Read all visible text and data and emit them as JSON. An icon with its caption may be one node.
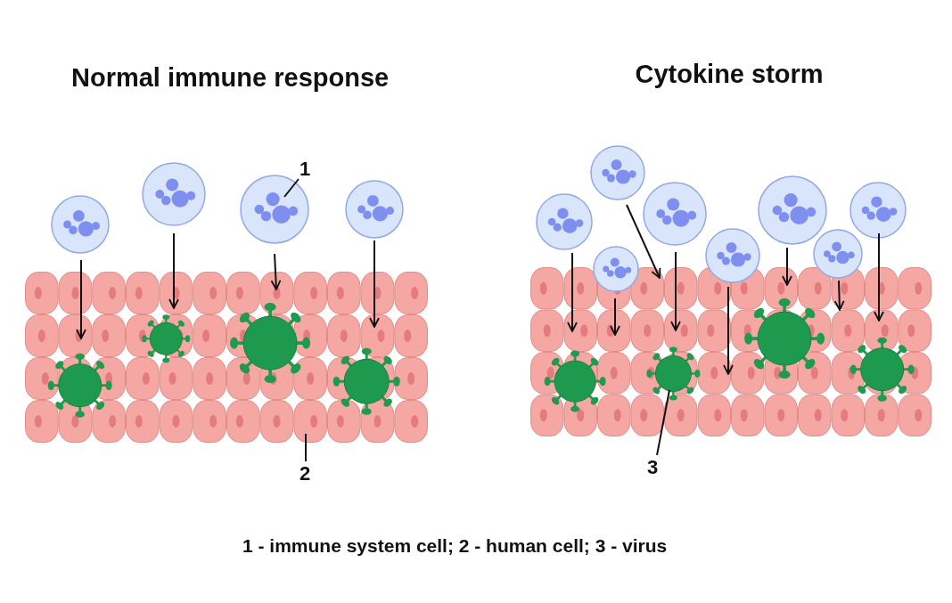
{
  "diagram": {
    "caption": "1 - immune system cell; 2 - human cell; 3 - virus",
    "nodes": [
      {
        "text": [],
        "shape": "picture"
      },
      {
        "text": [],
        "shape": "circle"
      },
      {
        "text": [],
        "shape": "circle"
      },
      {
        "text": [],
        "shape": "circle"
      },
      {
        "text": [],
        "shape": "circle"
      },
      {
        "text": [],
        "shape": "picture",
        "in": 0
      },
      {
        "text": [],
        "shape": "picture",
        "in": 0
      },
      {
        "text": [],
        "shape": "picture",
        "in": 0
      },
      {
        "text": [],
        "shape": "picture",
        "in": 0
      },
      {
        "text": [
          "1"
        ]
      },
      {
        "text": [
          "2"
        ]
      },
      {
        "text": [],
        "shape": "picture"
      },
      {
        "text": [],
        "shape": "circle"
      },
      {
        "text": [],
        "shape": "circle"
      },
      {
        "text": [],
        "shape": "circle"
      },
      {
        "text": [],
        "shape": "circle"
      },
      {
        "text": [],
        "shape": "circle"
      },
      {
        "text": [],
        "shape": "circle"
      },
      {
        "text": [],
        "shape": "circle"
      },
      {
        "text": [],
        "shape": "circle"
      },
      {
        "text": [],
        "shape": "picture",
        "in": 11
      },
      {
        "text": [],
        "shape": "picture",
        "in": 11
      },
      {
        "text": [],
        "shape": "picture",
        "in": 11
      },
      {
        "text": [],
        "shape": "picture",
        "in": 11
      },
      {
        "text": [
          "3"
        ]
      }
    ],
    "edges": [
      {
        "from": 1,
        "to": 5,
        "arrow": "to"
      },
      {
        "from": 2,
        "to": 6,
        "arrow": "to"
      },
      {
        "from": 3,
        "to": 7,
        "arrow": "to"
      },
      {
        "from": 4,
        "to": 8,
        "arrow": "to"
      },
      {
        "from": 9,
        "to": 3,
        "arrow": "none"
      },
      {
        "from": 10,
        "to": 0,
        "arrow": "none"
      },
      {
        "from": 12,
        "to": 20,
        "arrow": "to"
      },
      {
        "from": 13,
        "to": 11,
        "arrow": "to"
      },
      {
        "from": 14,
        "to": 20,
        "arrow": "to"
      },
      {
        "from": 15,
        "to": 21,
        "arrow": "to"
      },
      {
        "from": 16,
        "to": 22,
        "arrow": "to"
      },
      {
        "from": 17,
        "to": 22,
        "arrow": "to"
      },
      {
        "from": 18,
        "to": 22,
        "arrow": "to"
      },
      {
        "from": 19,
        "to": 23,
        "arrow": "to"
      },
      {
        "from": 24,
        "to": 21,
        "arrow": "none"
      }
    ],
    "labels": [
      "Normal immune response",
      "Cytokine storm"
    ]
  }
}
